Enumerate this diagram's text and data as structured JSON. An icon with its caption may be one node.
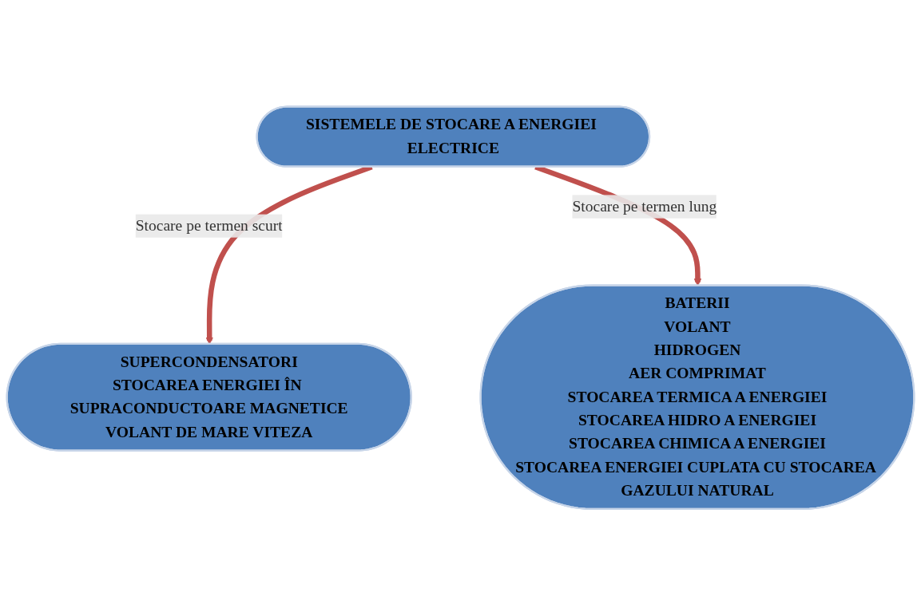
{
  "diagram": {
    "nodes": [
      {
        "text": [
          "SISTEMELE DE STOCARE A ENERGIEI ELECTRICE"
        ]
      },
      {
        "text": [
          "SUPERCONDENSATORI",
          "STOCAREA ENERGIEI ÎN SUPRACONDUCTOARE MAGNETICE",
          "VOLANT DE MARE VITEZA"
        ]
      },
      {
        "text": [
          "BATERII",
          "VOLANT",
          "HIDROGEN",
          "AER COMPRIMAT",
          "STOCAREA TERMICA A ENERGIEI",
          "STOCAREA HIDRO A ENERGIEI",
          "STOCAREA CHIMICA A ENERGIEI",
          "STOCAREA ENERGIEI CUPLATA CU STOCAREA GAZULUI NATURAL"
        ]
      }
    ],
    "edges": [
      {
        "from": 0,
        "to": 1,
        "arrow": "to",
        "label": "Stocare pe termen scurt"
      },
      {
        "from": 0,
        "to": 2,
        "arrow": "to",
        "label": "Stocare pe termen lung"
      }
    ]
  }
}
